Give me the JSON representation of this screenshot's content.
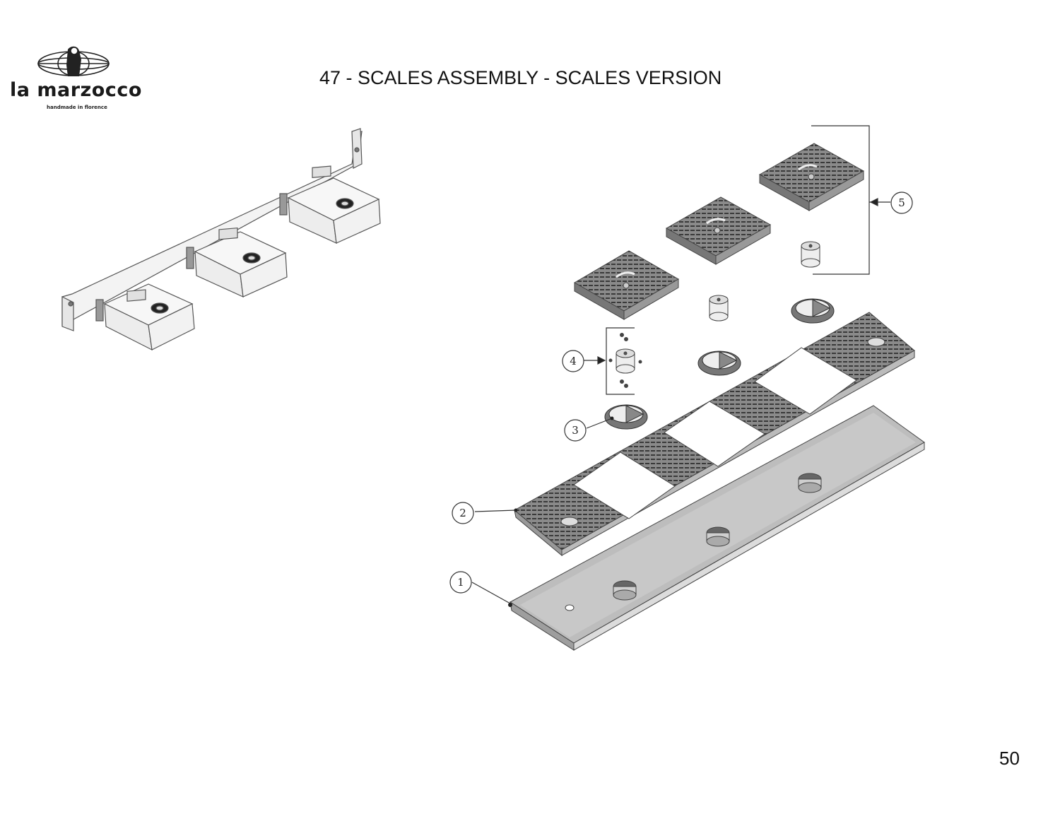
{
  "header": {
    "brand": "la marzocco",
    "tagline": "handmade in florence",
    "title": "47 - SCALES ASSEMBLY - SCALES VERSION"
  },
  "diagram": {
    "callouts": [
      {
        "id": "1",
        "label": "1"
      },
      {
        "id": "2",
        "label": "2"
      },
      {
        "id": "3",
        "label": "3"
      },
      {
        "id": "4",
        "label": "4"
      },
      {
        "id": "5",
        "label": "5"
      }
    ]
  },
  "footer": {
    "page_number": "50"
  }
}
